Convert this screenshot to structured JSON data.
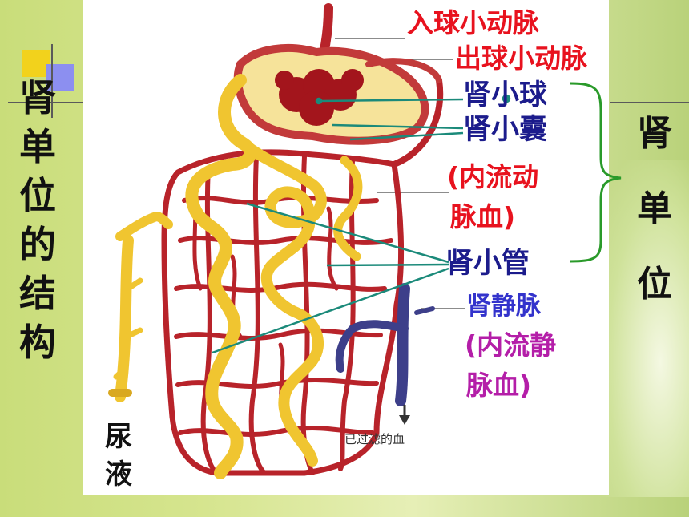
{
  "title": "肾单位的结构",
  "brace_label": "肾单位",
  "labels": {
    "afferent_arteriole": "入球小动脉",
    "efferent_arteriole": "出球小动脉",
    "glomerulus": "肾小球",
    "capsule": "肾小囊",
    "capsule_note": [
      "(内流动",
      "脉血)"
    ],
    "tubule": "肾小管",
    "renal_vein": "肾静脉",
    "vein_note": [
      "(内流静",
      "脉血)"
    ],
    "urine": "尿液",
    "filtered_blood": "已过滤的血"
  },
  "colors": {
    "red_label": "#e8121e",
    "navy_label": "#1c1c8c",
    "blue_label": "#3333cc",
    "magenta_label": "#b41ea8",
    "pointer_line": "#1b8a7a",
    "brace": "#2a9a2a",
    "vessel": "#b8232a",
    "tubule": "#f0c530",
    "vein": "#3d3f8a"
  }
}
